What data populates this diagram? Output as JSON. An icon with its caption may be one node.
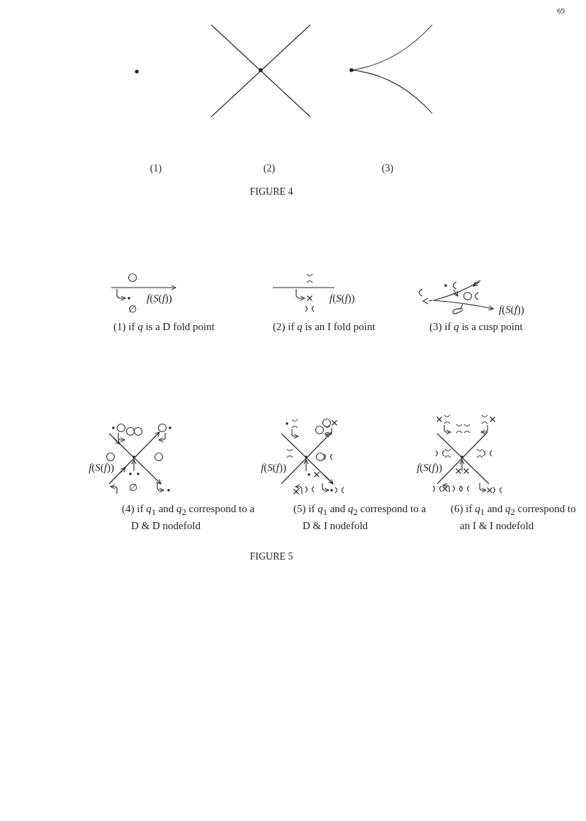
{
  "diagram": {
    "labels": [
      "69",
      "(1)",
      "(2)",
      "(3)",
      "FIGURE 4",
      "∅",
      "*f*(*S*(*f*))",
      "(1) if *q* is a D fold point",
      "*f*(*S*(*f*))",
      "(2) if *q* is an I fold point",
      "*f*(*S*(*f*))",
      "(3) if *q* is a cusp point",
      "∅",
      "*f*(*S*(*f*))",
      "(4) if *q*$_{1}$ and *q*$_{2}$ correspond to a D & D nodefold",
      "*f*(*S*(*f*))",
      "(5) if *q*$_{1}$ and *q*$_{2}$ correspond to a D & I nodefold",
      "*f*(*S*(*f*))",
      "(6) if *q*$_{1}$ and *q*$_{2}$ correspond to an I & I nodefold",
      "FIGURE 5"
    ]
  }
}
